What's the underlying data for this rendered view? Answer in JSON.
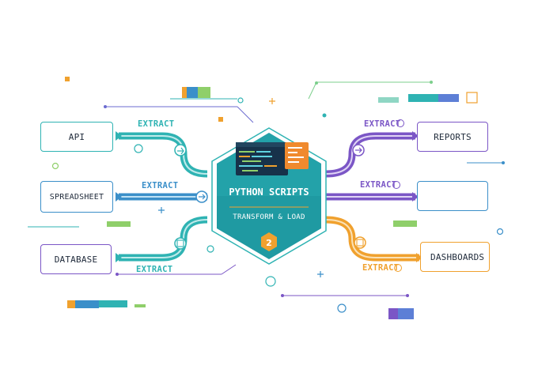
{
  "hub": {
    "title": "PYTHON SCRIPTS",
    "subtitle": "TRANSFORM & LOAD"
  },
  "sources": [
    {
      "label": "API",
      "link_label": "EXTRACT"
    },
    {
      "label": "SPREADSHEET",
      "link_label": "EXTRACT"
    },
    {
      "label": "DATABASE",
      "link_label": "EXTRACT"
    }
  ],
  "outputs": [
    {
      "label": "REPORTS",
      "link_label": "EXTRACT"
    },
    {
      "label": "",
      "link_label": "EXTRACT"
    },
    {
      "label": "DASHBOARDS",
      "link_label": "EXTRACT"
    }
  ],
  "icons": [
    "python-logo-icon",
    "code-window-icon",
    "pie-chart-icon",
    "bar-chart-icon",
    "monitor-icon",
    "database-icon",
    "table-icon",
    "cloud-icon"
  ],
  "colors": {
    "teal": "#2fb3b3",
    "teal_dark": "#1e8f96",
    "blue": "#3b8fc9",
    "purple": "#7b56c6",
    "orange": "#f0a12e",
    "green": "#8fcf6a"
  }
}
